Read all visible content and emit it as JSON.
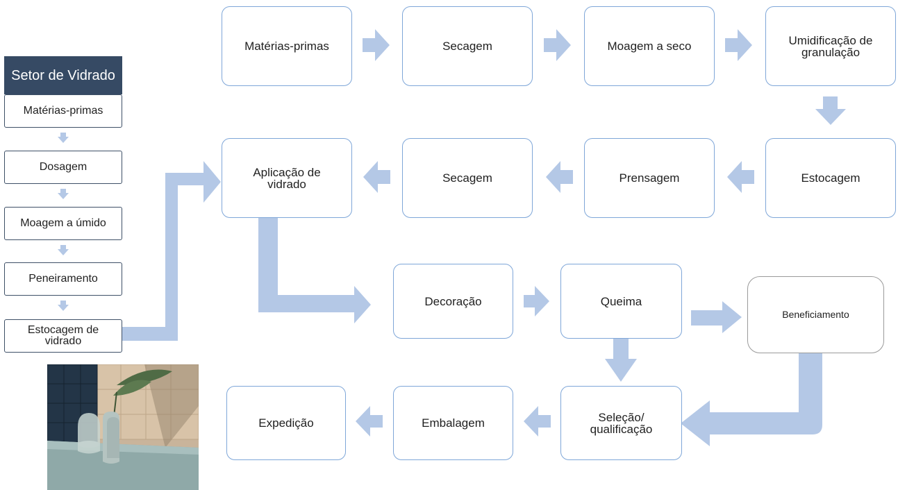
{
  "sidebar": {
    "title": "Setor de Vidrado",
    "steps": [
      "Matérias-primas",
      "Dosagem",
      "Moagem a úmido",
      "Peneiramento",
      "Estocagem de vidrado"
    ]
  },
  "flow": {
    "materias_primas": "Matérias-primas",
    "secagem_1": "Secagem",
    "moagem_seco": "Moagem a seco",
    "umidificacao": "Umidificação de granulação",
    "estocagem": "Estocagem",
    "prensagem": "Prensagem",
    "secagem_2": "Secagem",
    "aplicacao_vidrado": "Aplicação de vidrado",
    "decoracao": "Decoração",
    "queima": "Queima",
    "beneficiamento": "Beneficiamento",
    "selecao": "Seleção/ qualificação",
    "embalagem": "Embalagem",
    "expedicao": "Expedição"
  },
  "colors": {
    "arrow": "#b4c8e6",
    "box_border": "#7ea6d8",
    "sidebar_title_bg": "#364a64"
  }
}
